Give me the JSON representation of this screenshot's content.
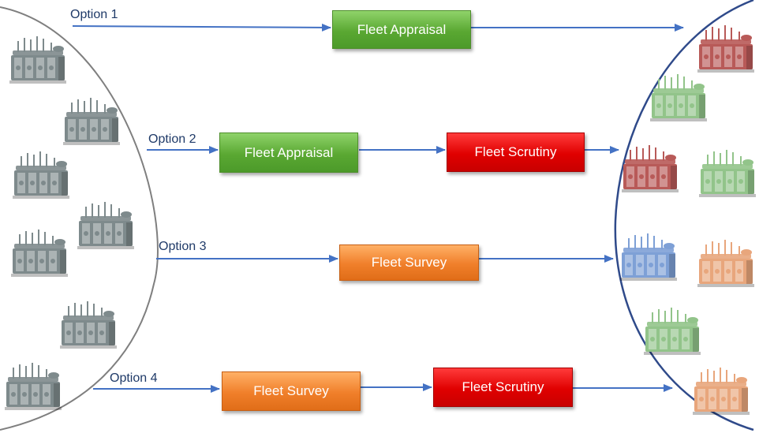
{
  "options": [
    "Option 1",
    "Option 2",
    "Option 3",
    "Option 4"
  ],
  "boxes": {
    "opt1_appraisal": "Fleet Appraisal",
    "opt2_appraisal": "Fleet Appraisal",
    "opt2_scrutiny": "Fleet Scrutiny",
    "opt3_survey": "Fleet Survey",
    "opt4_survey": "Fleet Survey",
    "opt4_scrutiny": "Fleet Scrutiny"
  },
  "colors": {
    "appraisal": "#5aa832",
    "scrutiny": "#e00000",
    "survey": "#f07f2a",
    "arrow": "#4472c4",
    "left_boundary": "#7f7f7f",
    "right_boundary": "#2f4a8a",
    "transformer_gray": "#7e8a8c",
    "transformer_red": "#b85a58",
    "transformer_green": "#92c48a",
    "transformer_blue": "#7ea0d6",
    "transformer_orange": "#e8a67c"
  },
  "icons": {
    "left_group": "transformer-icon",
    "right_group": "transformer-icon"
  }
}
